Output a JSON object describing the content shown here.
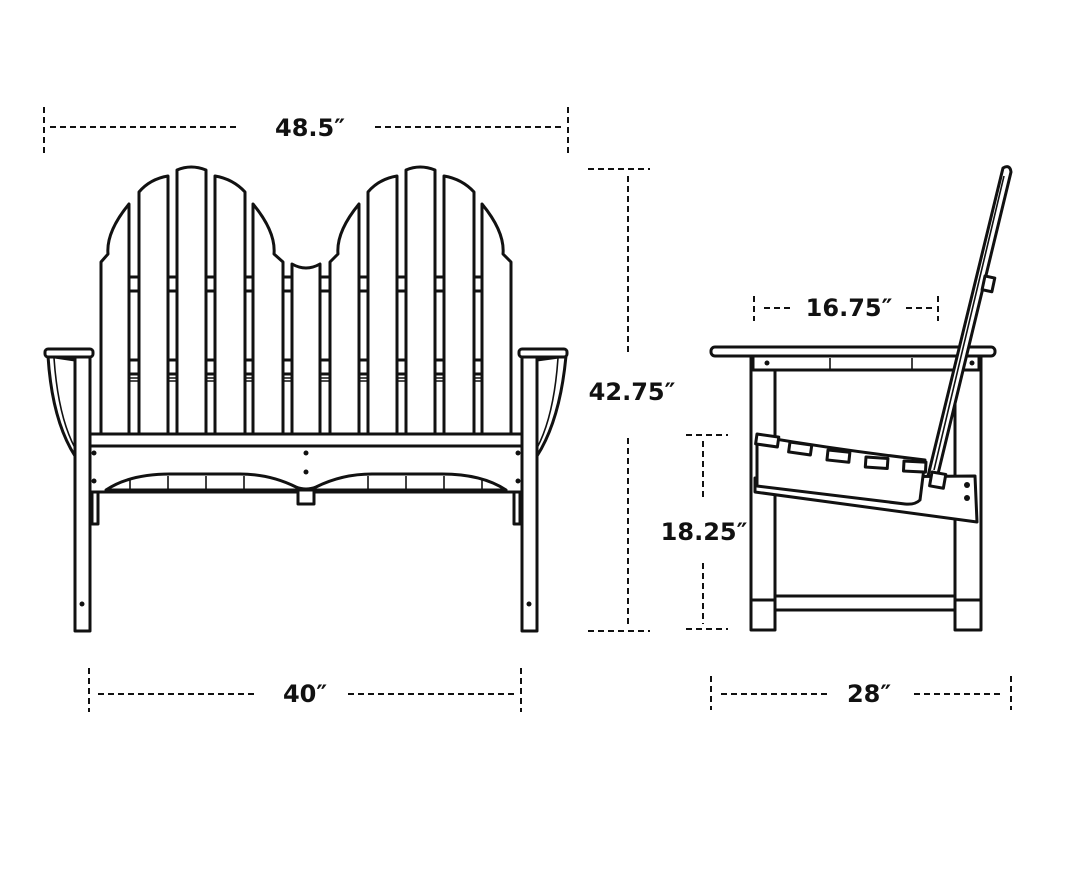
{
  "diagram": {
    "title": "Adirondack Bench Dimensions",
    "views": [
      {
        "name": "front-view",
        "description": "Front elevation of double-back Adirondack bench with slatted backrests and armrests"
      },
      {
        "name": "side-view",
        "description": "Side elevation showing reclined back, slatted seat, and armrest"
      }
    ],
    "colors": {
      "ink": "#111111",
      "background": "#ffffff"
    }
  },
  "dimensions": {
    "overall_width": "48.5″",
    "seat_width": "40″",
    "overall_height": "42.75″",
    "seat_height": "18.25″",
    "seat_depth": "16.75″",
    "overall_depth": "28″"
  }
}
